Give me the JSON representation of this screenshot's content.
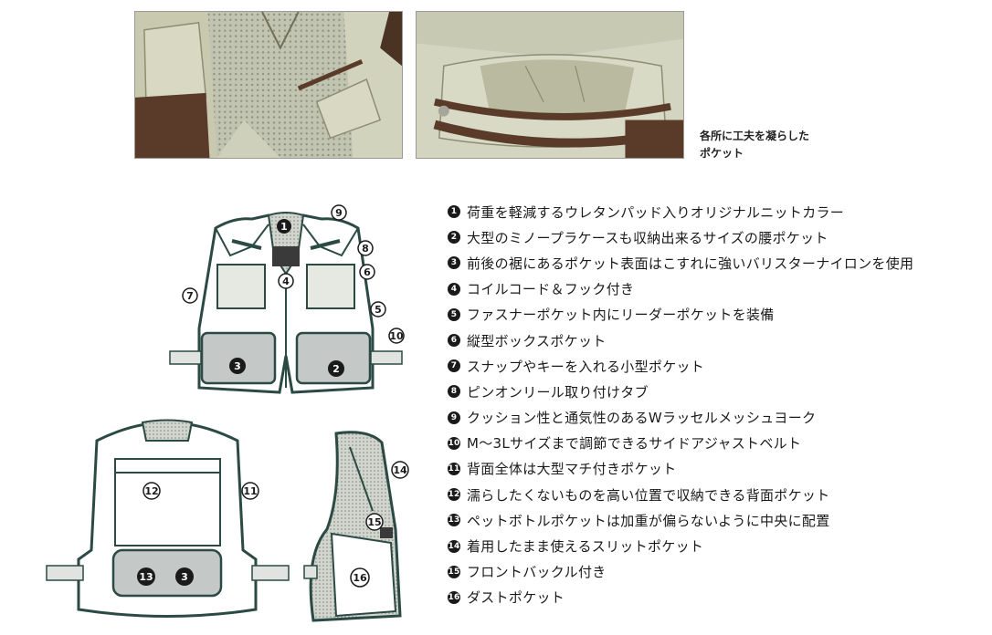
{
  "caption": "各所に工夫を凝らした\nポケット",
  "colors": {
    "line": "#2c4a44",
    "mesh": "#b8bcb4",
    "fabric": "#d7d8c4",
    "pocket": "#c4c8c6",
    "brown": "#5a3b2a"
  },
  "features": [
    {
      "num": "1",
      "text": "荷重を軽減するウレタンパッド入りオリジナルニットカラー"
    },
    {
      "num": "2",
      "text": "大型のミノープラケースも収納出来るサイズの腰ポケット"
    },
    {
      "num": "3",
      "text": "前後の裾にあるポケット表面はこすれに強いバリスターナイロンを使用"
    },
    {
      "num": "4",
      "text": "コイルコード＆フック付き"
    },
    {
      "num": "5",
      "text": "ファスナーポケット内にリーダーポケットを装備"
    },
    {
      "num": "6",
      "text": "縦型ボックスポケット"
    },
    {
      "num": "7",
      "text": "スナップやキーを入れる小型ポケット"
    },
    {
      "num": "8",
      "text": "ピンオンリール取り付けタブ"
    },
    {
      "num": "9",
      "text": "クッション性と通気性のあるWラッセルメッシュヨーク"
    },
    {
      "num": "10",
      "text": "M～3Lサイズまで調節できるサイドアジャストベルト"
    },
    {
      "num": "11",
      "text": "背面全体は大型マチ付きポケット"
    },
    {
      "num": "12",
      "text": "濡らしたくないものを高い位置で収納できる背面ポケット"
    },
    {
      "num": "13",
      "text": "ペットボトルポケットは加重が偏らないように中央に配置"
    },
    {
      "num": "14",
      "text": "着用したまま使えるスリットポケット"
    },
    {
      "num": "15",
      "text": "フロントバックル付き"
    },
    {
      "num": "16",
      "text": "ダストポケット"
    }
  ]
}
